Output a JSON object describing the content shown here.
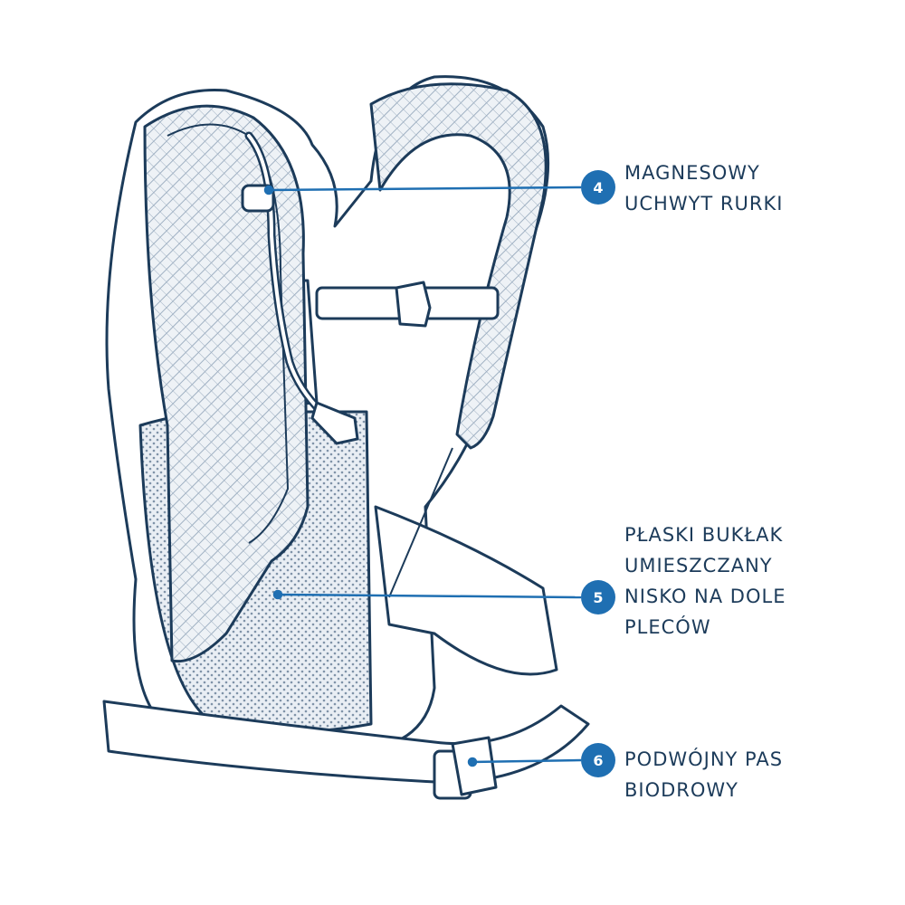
{
  "colors": {
    "ink": "#1c3b5a",
    "accent": "#1f6fb2",
    "mesh": "#c7d3df",
    "background": "#ffffff"
  },
  "callouts": [
    {
      "number": "4",
      "text": "MAGNESOWY\nUCHWYT RURKI"
    },
    {
      "number": "5",
      "text": "PŁASKI BUKŁAK\nUMIESZCZANY\nNISKO NA DOLE\nPLECÓW"
    },
    {
      "number": "6",
      "text": "PODWÓJNY PAS\nBIODROWY"
    }
  ]
}
